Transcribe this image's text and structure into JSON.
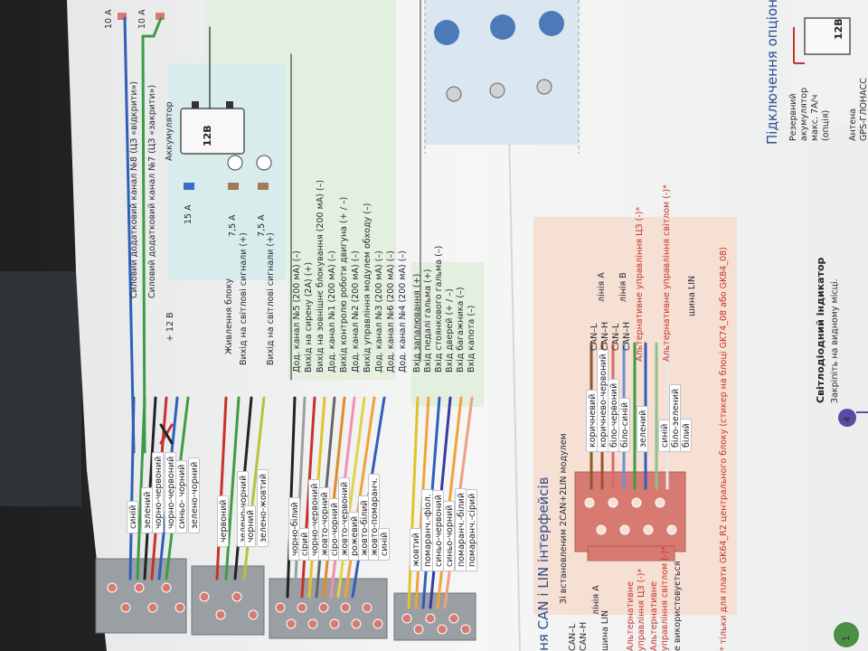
{
  "fuses": {
    "top_left": "10 A",
    "top_right": "10 A",
    "battery_fuse": "15 A",
    "lamp_fuse_1": "7,5 A",
    "lamp_fuse_2": "7,5 A"
  },
  "battery": {
    "caption": "Аккумулятор",
    "voltage": "12В"
  },
  "power_channels": {
    "ch8": "Силовий додатковий канал №8 (ЦЗ «відкрити»)",
    "ch7": "Силовий додатковий канал №7 (ЦЗ «закрити»)"
  },
  "plus12": "+ 12 В",
  "power_block_labels": [
    "Живлення блоку",
    "Вихід на світлові сигнали (+)",
    "Вихід на світлові сигнали (+)"
  ],
  "outputs_labels": [
    "Дод. канал №5 (200 мА) (–)",
    "Вихід на сирену (2А) (+)",
    "Вихід на зовнішнє блокування (200 мА) (–)",
    "Дод. канал №1 (200 мА) (–)",
    "Вихід контролю роботи двигуна (+ / –)",
    "Дод. канал №2 (200 мА) (–)",
    "Вихід управління модулем обходу (–)",
    "Дод. канал №3 (200 мА) (–)",
    "Дод. канал №6 (200 мА) (–)",
    "Дод. канал №4 (200 мА) (–)"
  ],
  "inputs_labels": [
    "Вхід запалювання (+)",
    "Вхід педалі гальма (+)",
    "Вхід стоянкового гальма (–)",
    "Вхід дверей (+ / –)",
    "Вхід багажника (–)",
    "Вхід капота (–)"
  ],
  "connector1_wires": [
    "синій",
    "зелений",
    "чорно-червоний",
    "чорно-червоний",
    "синьо- чорний",
    "зелено-чорний"
  ],
  "connector2_wires": [
    "червоний",
    "зелено-чорний",
    "чорний",
    "зелено-жовтий"
  ],
  "connector3_wires": [
    "чорно-білий",
    "сірий",
    "чорно-червоний",
    "жовто-чорний",
    "сіро-чорний",
    "жовто-червоний",
    "рожевий",
    "жовто-білий",
    "жовто-помаранч.",
    "синій"
  ],
  "connector4_wires": [
    "жовтий",
    "помаранч.-фіол.",
    "синьо-червоний",
    "синьо-чорний",
    "помаранч.-білий",
    "помаранч.-сірий"
  ],
  "can_section": {
    "title": "ня CAN і LIN інтерфейсів",
    "subtitle": "Зі встановленим 2CAN+2LIN модулем",
    "wires": [
      "коричневий",
      "коричнево-червоний",
      "біло-червоний",
      "біло-синій",
      "зелений",
      "синій",
      "біло-зелений",
      "білий"
    ],
    "right_labels": [
      "CAN–L",
      "CAN–H",
      "CAN–L",
      "CAN–H"
    ],
    "line_a": "лінія А",
    "line_b": "лінія В",
    "alt_lock": "Альтернативне управління ЦЗ (-)*",
    "alt_light": "Альтернативне управління світлом (-)*",
    "lin_bus": "шина LIN",
    "footnote": "* тільки для плати GK64_R2 центрального блоку (стикер на блоці GK74_08 або GK84_08)"
  },
  "left_edge": {
    "lines": [
      "CAN–L",
      "CAN–H",
      "шина LIN",
      "Альтернативне",
      "управління ЦЗ (-)*",
      "Альтернативне",
      "управління світлом (-)*",
      "е використовується"
    ],
    "line_a": "лінія А",
    "step_badge": "1"
  },
  "indicator": {
    "badge": "4",
    "title": "Світлодіодний індикатор",
    "subtitle": "Закріпіть на видному місці."
  },
  "optional": {
    "title": "Підключення опціона",
    "reserve_lines": [
      "Резервний",
      "акумулятор",
      "макс. 7А/ч",
      "(опція)"
    ],
    "antenna_lines": [
      "Антена",
      "GPS-ГЛОНАСС"
    ],
    "battery_voltage": "12В"
  },
  "colors": {
    "paper": "#f4f5f4",
    "accent_blue": "#2a4e93",
    "panel_blue": "#d8ecec",
    "panel_green": "#e3efdf",
    "can_panel": "#f6dfd3",
    "connector_red": "#d77a72",
    "connector_gray": "#9a9fa4"
  }
}
